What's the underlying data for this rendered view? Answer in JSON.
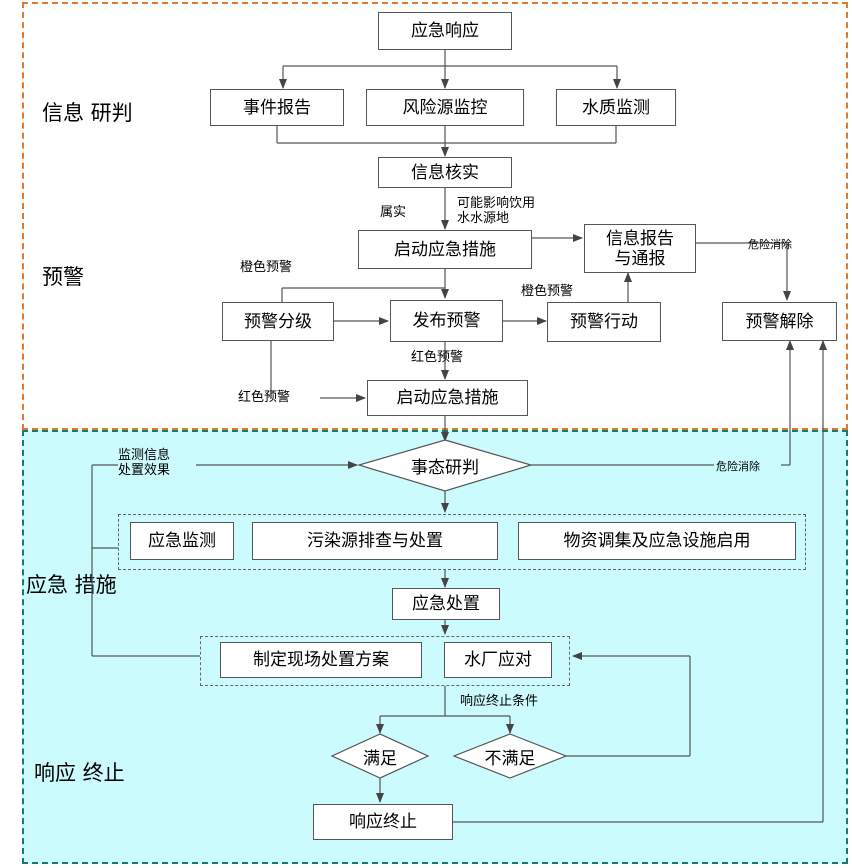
{
  "sections": {
    "info": "信息\n研判",
    "warning": "预警",
    "measures": "应急\n措施",
    "termination": "响应\n终止"
  },
  "nodes": {
    "emergency_response": "应急响应",
    "event_report": "事件报告",
    "risk_monitor": "风险源监控",
    "water_quality": "水质监测",
    "info_verify": "信息核实",
    "start_measures_1": "启动应急措施",
    "info_report": "信息报告\n与通报",
    "warning_grading": "预警分级",
    "issue_warning": "发布预警",
    "warning_action": "预警行动",
    "warning_lift": "预警解除",
    "start_measures_2": "启动应急措施",
    "situation_assess": "事态研判",
    "emergency_monitor": "应急监测",
    "pollution_source": "污染源排查与处置",
    "material_dispatch": "物资调集及应急设施启用",
    "emergency_disposal": "应急处置",
    "onsite_plan": "制定现场处置方案",
    "waterworks": "水厂应对",
    "satisfied": "满足",
    "not_satisfied": "不满足",
    "response_end": "响应终止"
  },
  "labels": {
    "confirmed": "属实",
    "may_affect": "可能影响饮用\n水水源地",
    "danger_clear_1": "危险消除",
    "orange_warning_1": "橙色预警",
    "orange_warning_2": "橙色预警",
    "red_warning_1": "红色预警",
    "red_warning_2": "红色预警",
    "monitor_feedback": "监测信息\n处置效果",
    "danger_clear_2": "危险消除",
    "end_condition": "响应终止条件"
  },
  "colors": {
    "top_border": "#e07a30",
    "bottom_border": "#1b7a6a",
    "bottom_fill": "#ccfbfd"
  }
}
